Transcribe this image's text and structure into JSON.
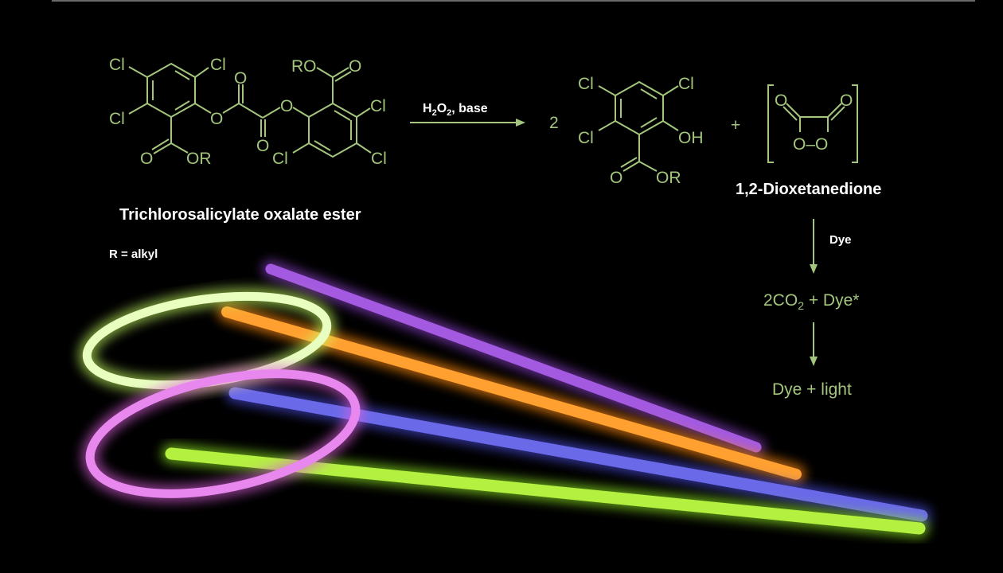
{
  "reactant": {
    "name": "Trichlorosalicylate oxalate ester",
    "note": "R = alkyl"
  },
  "reagent": {
    "text": "H2O2, base",
    "h": "H",
    "sub2a": "2",
    "o": "O",
    "sub2b": "2",
    "rest": ", base"
  },
  "product": {
    "coefficient": "2",
    "plus": "+",
    "intermediate_name": "1,2-Dioxetanedione"
  },
  "atoms": {
    "cl": "Cl",
    "o": "O",
    "or": "OR",
    "ro": "RO",
    "oh": "OH",
    "oo": "O–O"
  },
  "steps": [
    {
      "arrow_label": "Dye",
      "result": "2CO",
      "result_sub": "2",
      "result_rest": " + Dye*"
    },
    {
      "arrow_label": "",
      "result": "Dye + light"
    }
  ],
  "colors": {
    "structure": "#a4c67c",
    "background": "#000000",
    "label": "#ffffff"
  }
}
